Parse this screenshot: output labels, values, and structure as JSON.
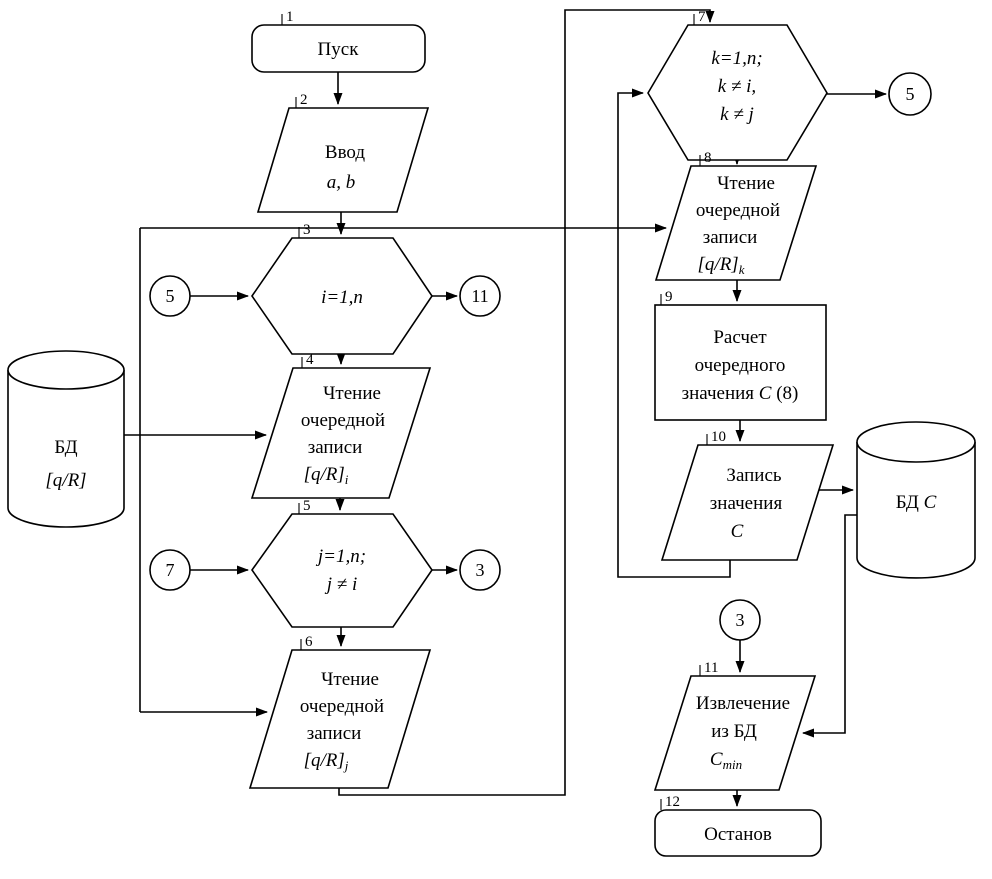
{
  "colors": {
    "stroke": "#000000",
    "background": "#ffffff"
  },
  "nodes": {
    "start": {
      "num": "1",
      "label": "Пуск"
    },
    "input": {
      "num": "2",
      "lines": [
        "Ввод",
        "a, b"
      ]
    },
    "loop_i": {
      "num": "3",
      "cond": "i=1,n"
    },
    "read_i": {
      "num": "4",
      "lines": [
        "Чтение",
        "очередной",
        "записи"
      ],
      "value": "[q/R]",
      "sub": "i"
    },
    "loop_j": {
      "num": "5",
      "cond_lines": [
        "j=1,n;",
        "j ≠ i"
      ]
    },
    "read_j": {
      "num": "6",
      "lines": [
        "Чтение",
        "очередной",
        "записи"
      ],
      "value": "[q/R]",
      "sub": "j"
    },
    "loop_k": {
      "num": "7",
      "cond_lines": [
        "k=1,n;",
        "k ≠ i,",
        "k ≠ j"
      ]
    },
    "read_k": {
      "num": "8",
      "lines": [
        "Чтение",
        "очередной",
        "записи"
      ],
      "value": "[q/R]",
      "sub": "k"
    },
    "calc": {
      "num": "9",
      "lines": [
        "Расчет",
        "очередного"
      ],
      "line3_pre": "значения ",
      "line3_var": "C",
      "line3_post": " (8)"
    },
    "write": {
      "num": "10",
      "lines": [
        "Запись",
        "значения"
      ],
      "var": "C"
    },
    "extract": {
      "num": "11",
      "lines": [
        "Извлечение",
        "из БД"
      ],
      "var": "C",
      "sub": "min"
    },
    "stop": {
      "num": "12",
      "label": "Останов"
    },
    "db_qr": {
      "line1": "БД",
      "line2": "[q/R]"
    },
    "db_c": {
      "pre": "БД ",
      "var": "C"
    }
  },
  "connectors": {
    "left_of_loop_i": "5",
    "right_of_loop_i": "11",
    "left_of_loop_j": "7",
    "right_of_loop_j": "3",
    "right_of_loop_k": "5",
    "above_extract": "3"
  }
}
